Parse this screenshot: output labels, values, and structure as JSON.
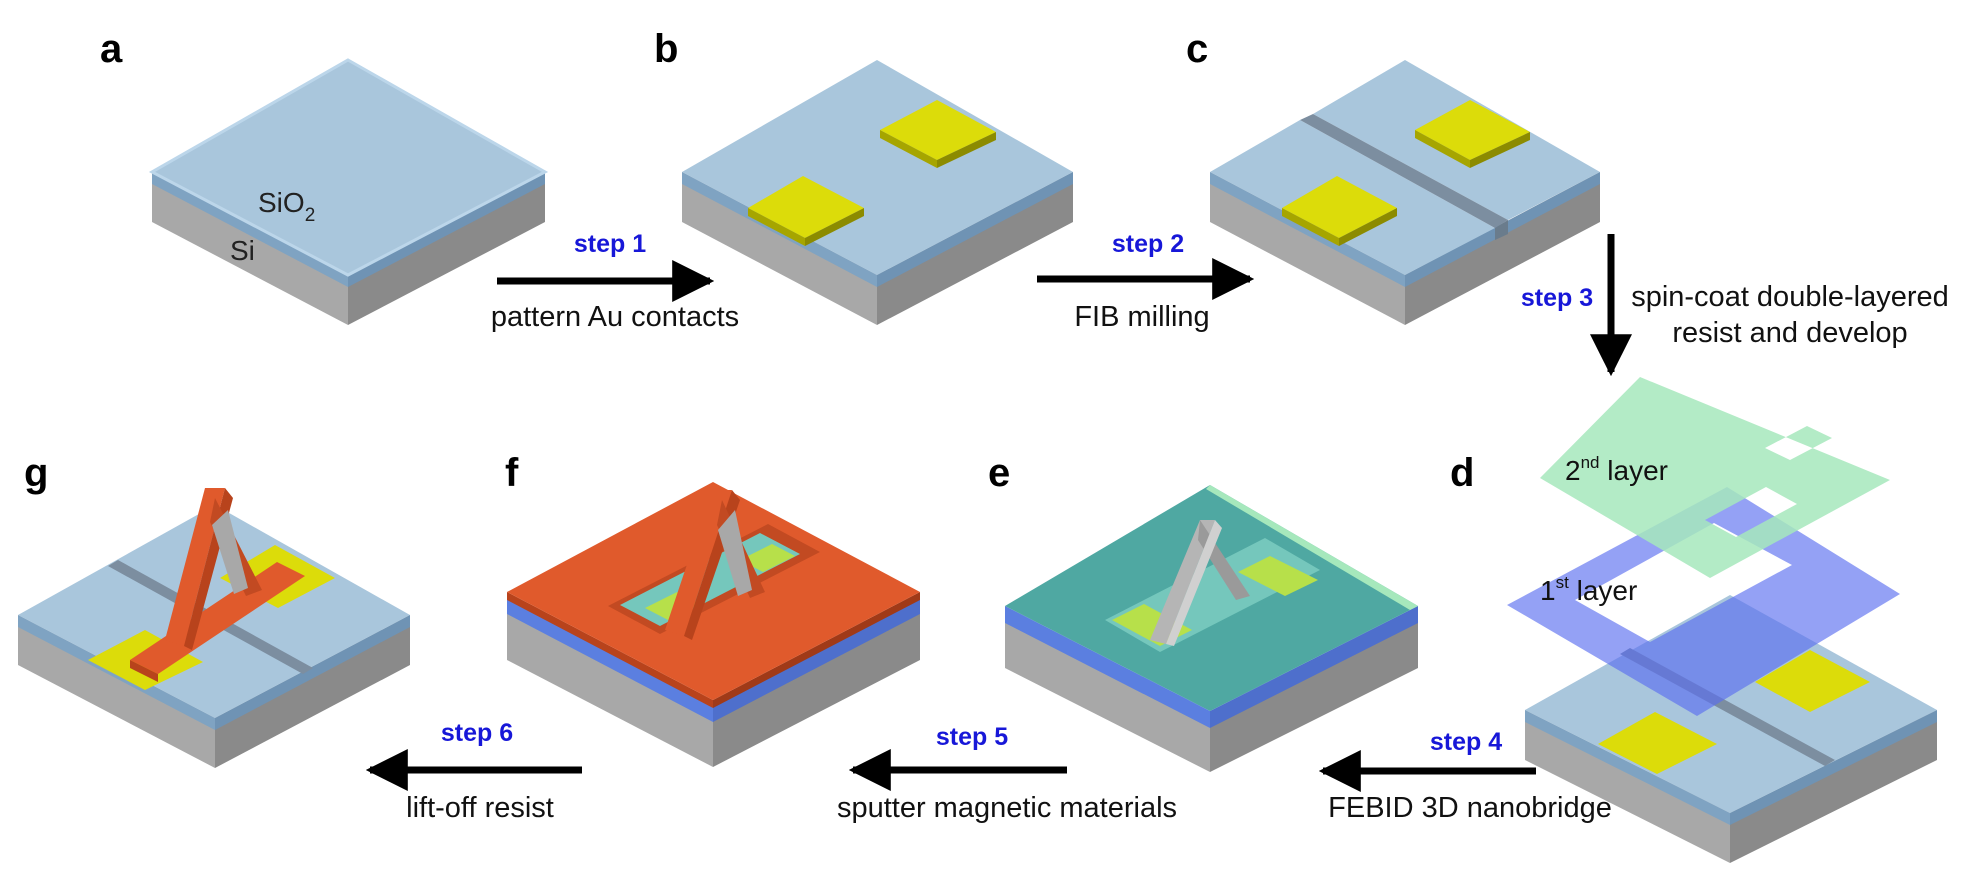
{
  "colors": {
    "sio2_top": "#a9c6dc",
    "sio2_side": "#7fa3c2",
    "si_front": "#a8a8a8",
    "si_right": "#8a8a8a",
    "gold": "#dcdc0a",
    "gold_side": "#a6a500",
    "resist1": "#5a6ef0",
    "resist2": "#a6e8bc",
    "magnetic": "#e05a2c",
    "magnetic_side": "#b8431c",
    "bridge": "#b5b5b5",
    "arrow": "#000000",
    "step_text": "#1717d8"
  },
  "panels": {
    "a": "a",
    "b": "b",
    "c": "c",
    "d": "d",
    "e": "e",
    "f": "f",
    "g": "g"
  },
  "materials": {
    "sio2": "SiO",
    "sio2_sub": "2",
    "si": "Si"
  },
  "layers": {
    "second": "2",
    "second_sup": "nd",
    "second_rest": " layer",
    "first": "1",
    "first_sup": "st",
    "first_rest": " layer"
  },
  "steps": [
    {
      "id": "step1",
      "label": "step 1",
      "caption": "pattern Au contacts",
      "icon": "arrow-right-icon"
    },
    {
      "id": "step2",
      "label": "step 2",
      "caption": "FIB milling",
      "icon": "arrow-right-icon"
    },
    {
      "id": "step3",
      "label": "step 3",
      "caption_line1": "spin-coat double-layered",
      "caption_line2": "resist and develop",
      "icon": "arrow-down-icon"
    },
    {
      "id": "step4",
      "label": "step 4",
      "caption": "FEBID 3D nanobridge",
      "icon": "arrow-left-icon"
    },
    {
      "id": "step5",
      "label": "step 5",
      "caption": "sputter magnetic materials",
      "icon": "arrow-left-icon"
    },
    {
      "id": "step6",
      "label": "step 6",
      "caption": "lift-off resist",
      "icon": "arrow-left-icon"
    }
  ]
}
